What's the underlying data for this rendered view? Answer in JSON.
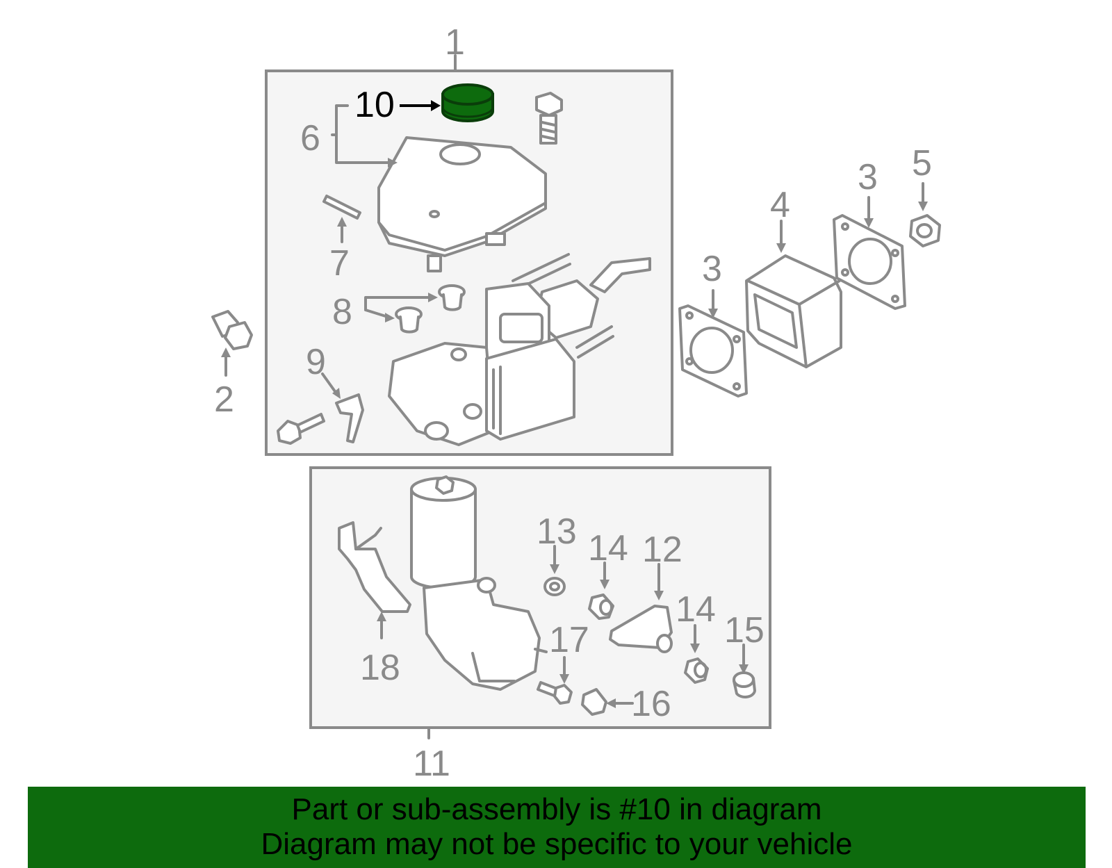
{
  "callouts": {
    "c1": "1",
    "c2": "2",
    "c3a": "3",
    "c3b": "3",
    "c4": "4",
    "c5": "5",
    "c6": "6",
    "c7": "7",
    "c8": "8",
    "c9": "9",
    "c10": "10",
    "c11": "11",
    "c12": "12",
    "c13": "13",
    "c14a": "14",
    "c14b": "14",
    "c15": "15",
    "c16": "16",
    "c17": "17",
    "c18": "18"
  },
  "highlighted_part": "10",
  "colors": {
    "highlight": "#0d6b0d",
    "lines": "#8a8a8a",
    "banner": "#0d6b0d"
  },
  "banner": {
    "line1": "Part or sub-assembly is #10 in diagram",
    "line2": "Diagram may not be specific to your vehicle"
  }
}
